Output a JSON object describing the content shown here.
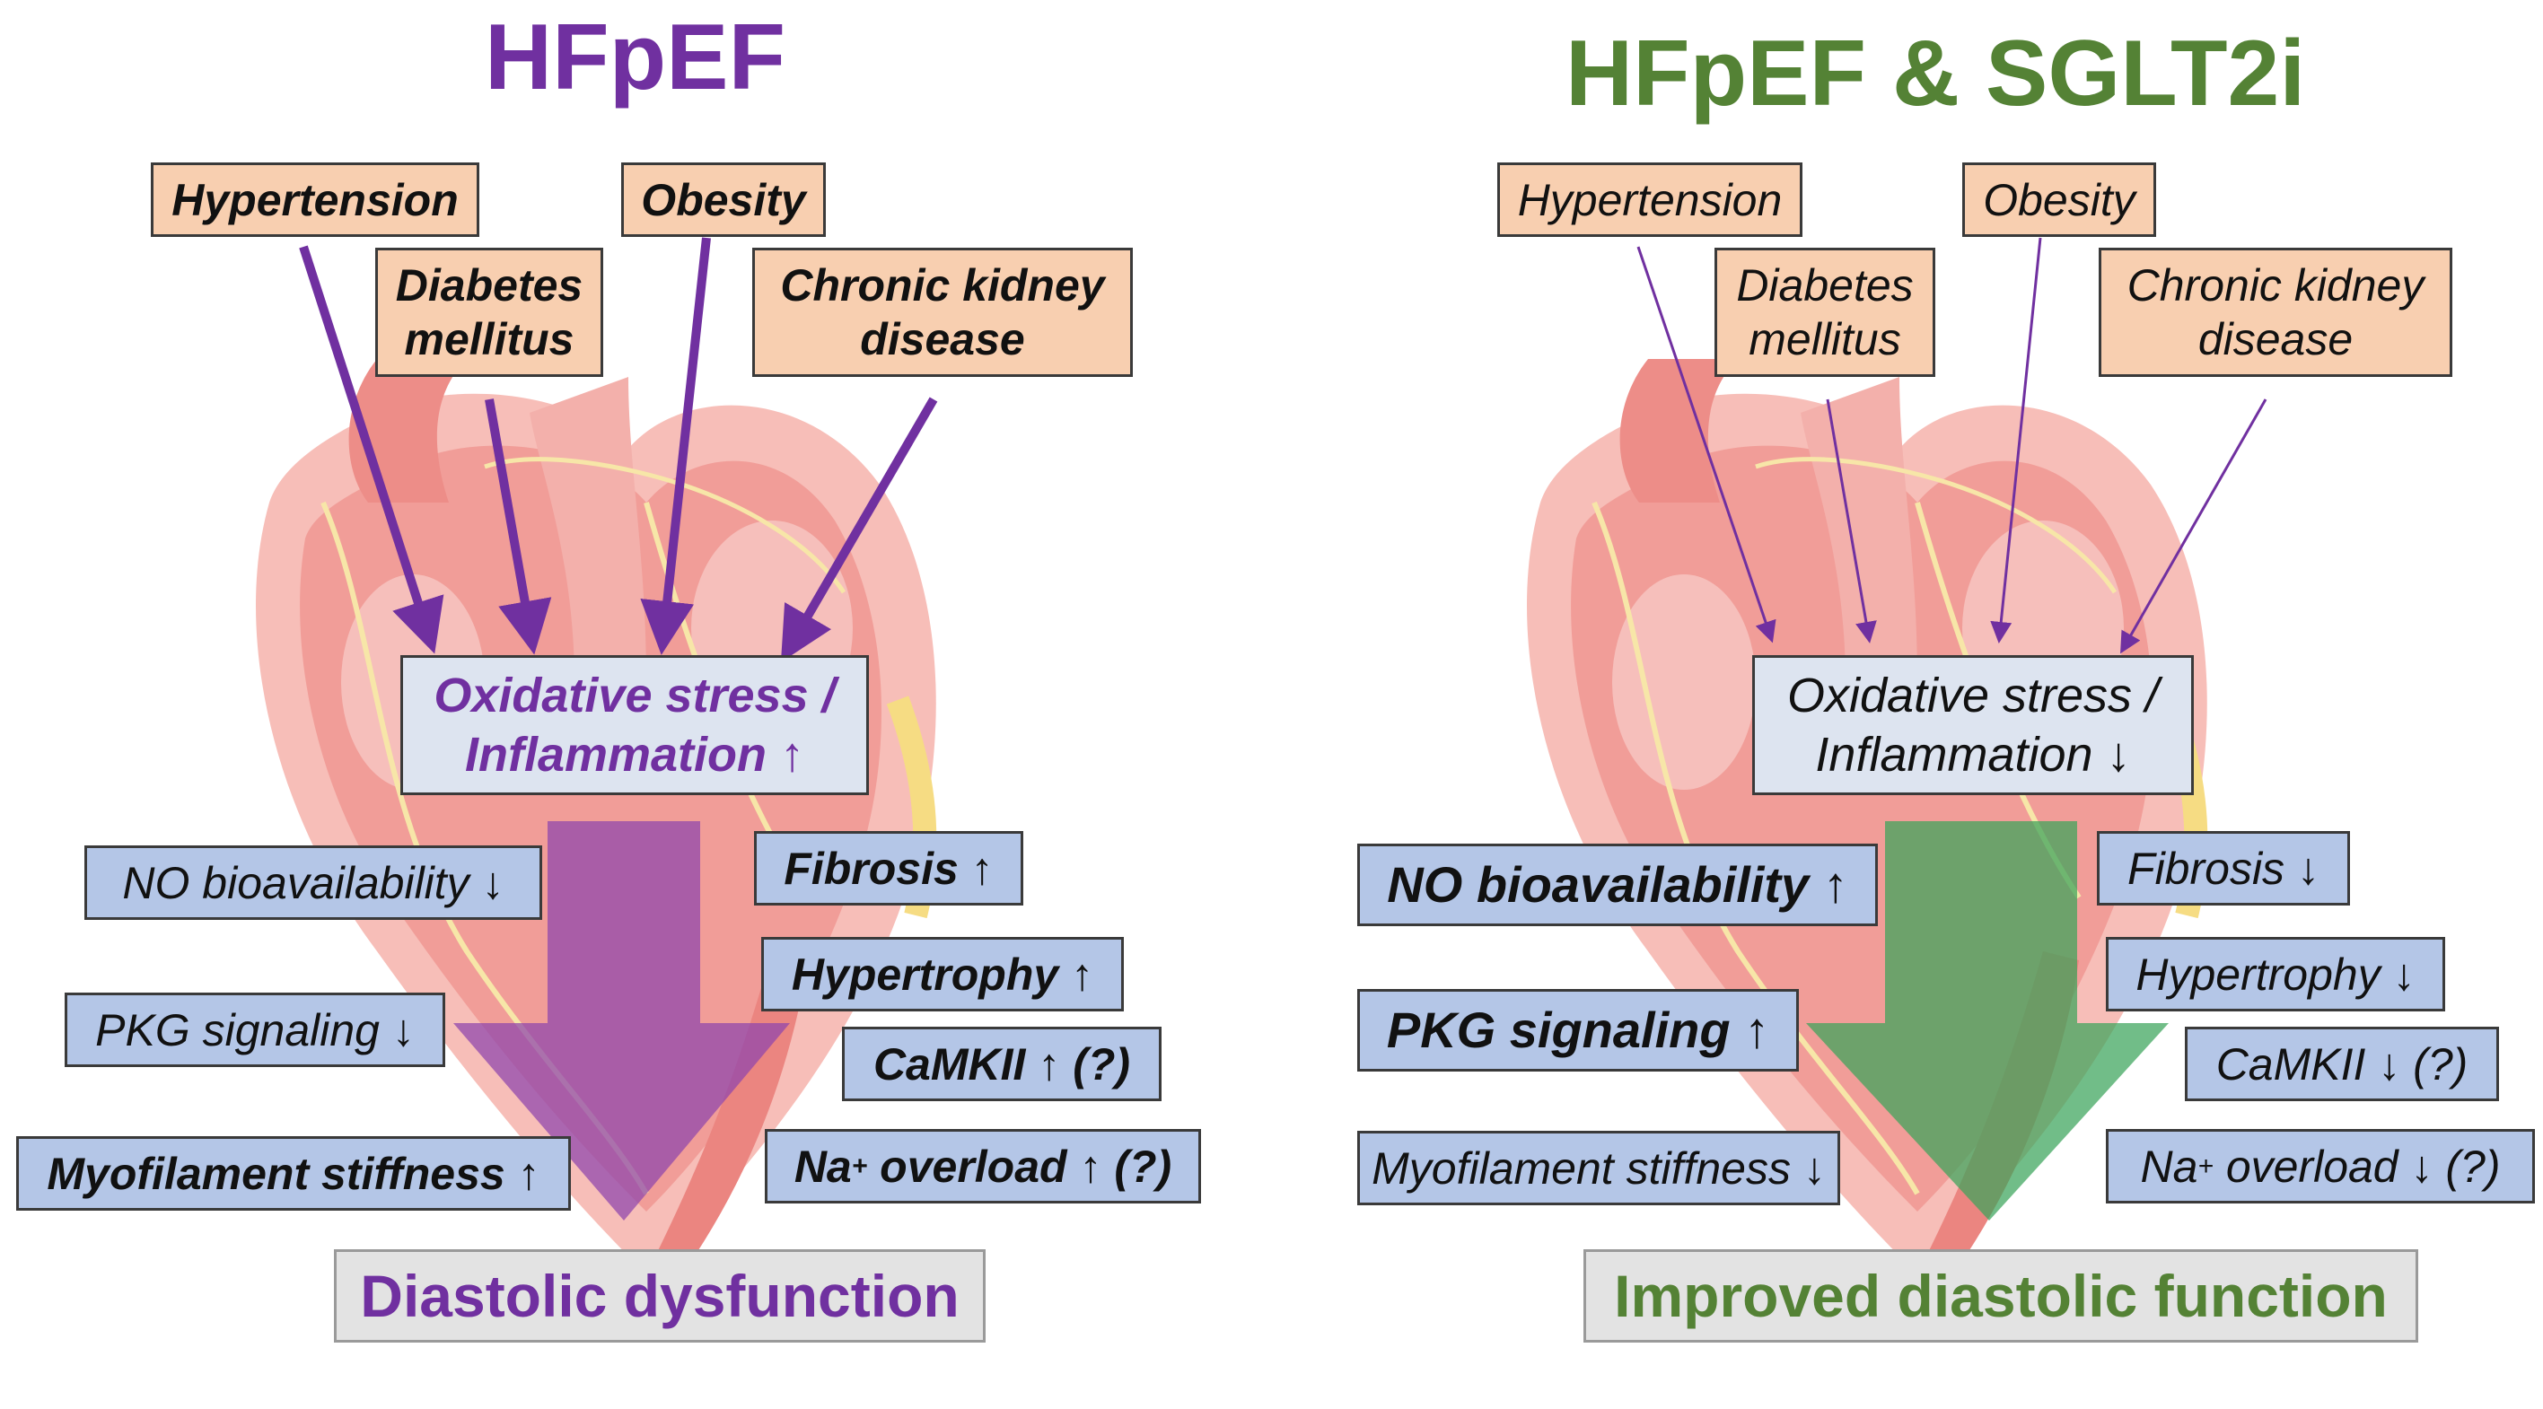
{
  "left_panel": {
    "title": "HFpEF",
    "risk_factors": {
      "hypertension": "Hypertension",
      "diabetes_line1": "Diabetes",
      "diabetes_line2": "mellitus",
      "obesity": "Obesity",
      "ckd_line1": "Chronic kidney",
      "ckd_line2": "disease"
    },
    "center_line1": "Oxidative stress /",
    "center_line2": "Inflammation ↑",
    "mechanisms": {
      "no": "NO bioavailability ↓",
      "pkg": "PKG signaling ↓",
      "myofilament": "Myofilament stiffness ↑",
      "fibrosis": "Fibrosis ↑",
      "hypertrophy": "Hypertrophy ↑",
      "camkii": "CaMKII ↑ (?)",
      "na_prefix": "Na",
      "na_sup": "+",
      "na_suffix": " overload ↑ (?)"
    },
    "outcome": "Diastolic dysfunction"
  },
  "right_panel": {
    "title": "HFpEF & SGLT2i",
    "risk_factors": {
      "hypertension": "Hypertension",
      "diabetes_line1": "Diabetes",
      "diabetes_line2": "mellitus",
      "obesity": "Obesity",
      "ckd_line1": "Chronic kidney",
      "ckd_line2": "disease"
    },
    "center_line1": "Oxidative stress /",
    "center_line2": "Inflammation ↓",
    "mechanisms": {
      "no": "NO bioavailability ↑",
      "pkg": "PKG signaling ↑",
      "myofilament": "Myofilament stiffness ↓",
      "fibrosis": "Fibrosis ↓",
      "hypertrophy": "Hypertrophy ↓",
      "camkii": "CaMKII ↓ (?)",
      "na_prefix": "Na",
      "na_sup": "+",
      "na_suffix": " overload ↓ (?)"
    },
    "outcome": "Improved diastolic function"
  },
  "colors": {
    "left_title": "#7030a0",
    "right_title": "#548235",
    "risk_box": "#f8cfb0",
    "mechanism_box": "#b4c6e7",
    "left_big_arrow": "#8e44ad",
    "right_big_arrow": "#3aa35a"
  },
  "icons": [
    "heart-illustration",
    "purple-down-arrow",
    "green-down-arrow"
  ]
}
